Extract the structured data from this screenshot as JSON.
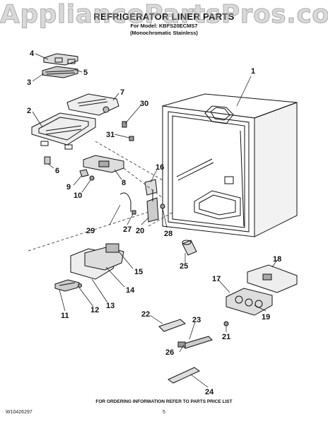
{
  "watermark": "AppliancePartsPros.com",
  "title": {
    "main": "REFRIGERATOR LINER PARTS",
    "model": "For Model: KBFS20ECMS7",
    "variant": "(Monochromatic Stainless)"
  },
  "callouts": [
    "1",
    "2",
    "3",
    "4",
    "5",
    "6",
    "7",
    "8",
    "9",
    "10",
    "11",
    "12",
    "13",
    "14",
    "15",
    "16",
    "17",
    "18",
    "19",
    "20",
    "21",
    "22",
    "23",
    "24",
    "25",
    "26",
    "27",
    "28",
    "29",
    "30",
    "31"
  ],
  "footer": {
    "ordering_note": "FOR ORDERING INFORMATION REFER TO PARTS PRICE LIST",
    "document_number": "W10426297",
    "page_number": "5"
  }
}
